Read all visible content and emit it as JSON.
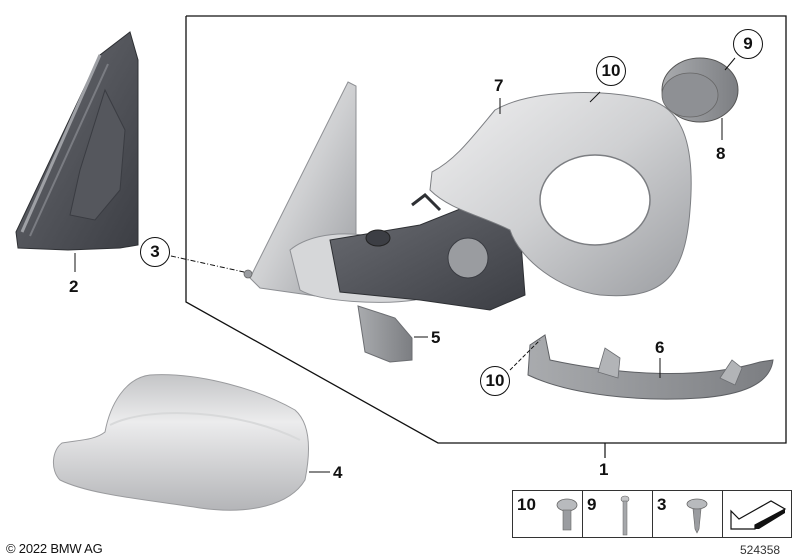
{
  "diagram": {
    "copyright": "© 2022 BMW AG",
    "illustration_number": "524358",
    "colors": {
      "line": "#111111",
      "part_dark": "#4a4c52",
      "part_mid": "#8a8c90",
      "part_light": "#c9cacc",
      "part_highlight": "#e8e8e9",
      "background": "#ffffff"
    },
    "callouts": [
      {
        "number": "1",
        "circled": false,
        "part": "outside mirror assembly"
      },
      {
        "number": "2",
        "circled": false,
        "part": "mirror triangle trim"
      },
      {
        "number": "3",
        "circled": true,
        "part": "screw"
      },
      {
        "number": "4",
        "circled": false,
        "part": "mirror cap cover"
      },
      {
        "number": "5",
        "circled": false,
        "part": "lower cover piece"
      },
      {
        "number": "6",
        "circled": false,
        "part": "lower housing trim"
      },
      {
        "number": "7",
        "circled": false,
        "part": "mirror housing frame"
      },
      {
        "number": "8",
        "circled": false,
        "part": "mirror actuator motor"
      },
      {
        "number": "9",
        "circled": true,
        "part": "screw pin"
      },
      {
        "number": "10",
        "circled": true,
        "part": "screw"
      },
      {
        "number": "10",
        "circled": true,
        "part": "screw (lower trim)"
      }
    ],
    "fastener_legend": [
      {
        "number": "10",
        "icon": "torx-pan-head-screw-icon"
      },
      {
        "number": "9",
        "icon": "long-pin-screw-icon"
      },
      {
        "number": "3",
        "icon": "torx-self-tapping-screw-icon"
      },
      {
        "number": "",
        "icon": "orientation-arrow-icon"
      }
    ]
  }
}
